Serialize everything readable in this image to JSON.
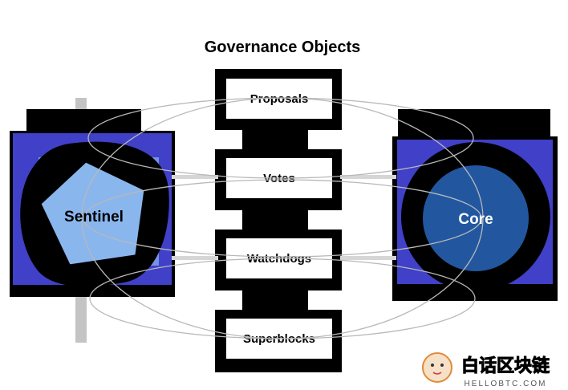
{
  "diagram": {
    "title": "Governance Objects",
    "left_node": {
      "label": "Sentinel",
      "shape": "pentagon",
      "color": "#8ab6ee"
    },
    "right_node": {
      "label": "Core",
      "shape": "circle",
      "color": "#2257a0"
    },
    "objects": [
      {
        "label": "Proposals"
      },
      {
        "label": "Votes"
      },
      {
        "label": "Watchdogs"
      },
      {
        "label": "Superblocks"
      }
    ],
    "colors": {
      "panel": "#4040c8",
      "outline": "#000000",
      "link": "#d6d6d6",
      "ellipse": "#b8b8b8"
    }
  },
  "watermark": {
    "text_cn": "白话区块链",
    "text_en": "HELLOBTC.COM"
  }
}
